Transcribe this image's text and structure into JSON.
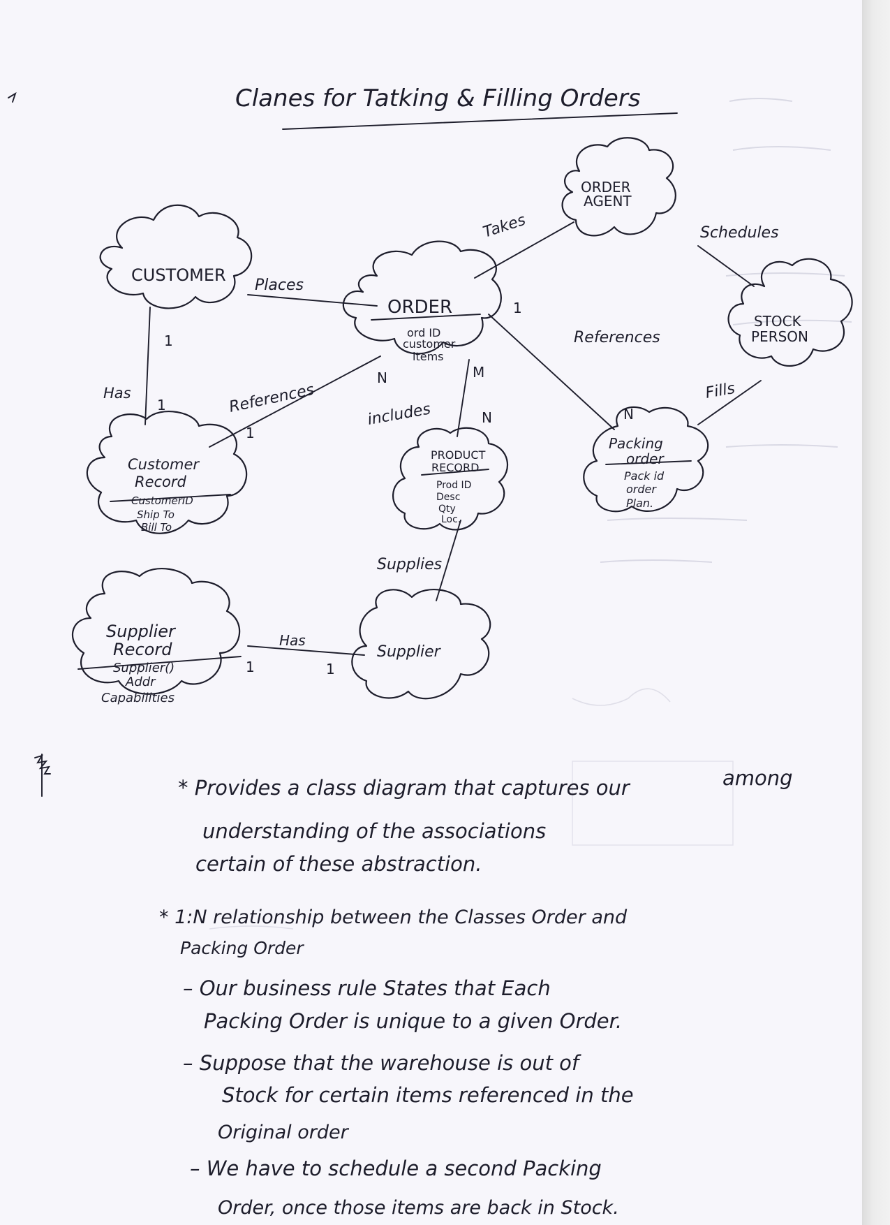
{
  "title": "Clanes for Tatking & Filling Orders",
  "diagram": {
    "classes": {
      "customer": {
        "name": "CUSTOMER"
      },
      "order": {
        "name": "ORDER",
        "attrs": [
          "ord ID",
          "customer",
          "items"
        ]
      },
      "order_agent": {
        "name_line1": "ORDER",
        "name_line2": "AGENT"
      },
      "stock_person": {
        "name_line1": "STOCK",
        "name_line2": "PERSON"
      },
      "customer_record": {
        "name_line1": "Customer",
        "name_line2": "Record",
        "attrs": [
          "CustomerID",
          "Ship To",
          "Bill To"
        ]
      },
      "product_record": {
        "name_line1": "PRODUCT",
        "name_line2": "RECORD",
        "attrs": [
          "Prod ID",
          "Desc",
          "Qty",
          "Loc."
        ]
      },
      "packing_order": {
        "name_line1": "Packing",
        "name_line2": "order",
        "attrs": [
          "Pack id",
          "order",
          "Plan."
        ]
      },
      "supplier_record": {
        "name_line1": "Supplier",
        "name_line2": "Record",
        "attrs": [
          "Supplier()",
          "Addr",
          "Capabilities"
        ]
      },
      "supplier": {
        "name": "Supplier"
      }
    },
    "associations": {
      "places": "Places",
      "takes": "Takes",
      "schedules": "Schedules",
      "references_order_packing": "References",
      "references_cust_order": "References",
      "fills": "Fills",
      "has_customer": "Has",
      "includes": "includes",
      "supplies": "Supplies",
      "has_supplier": "Has"
    },
    "multiplicities": {
      "order_packing_1": "1",
      "order_packing_N": "N",
      "cust_has_1a": "1",
      "cust_has_1b": "1",
      "cust_ref_1": "1",
      "cust_ref_N": "N",
      "includes_M": "M",
      "includes_N": "N",
      "sup_has_1a": "1",
      "sup_has_1b": "1"
    }
  },
  "notes": {
    "line1": "* Provides a class diagram that captures our",
    "line1b": "among",
    "line2": "understanding of the associations",
    "line3": "certain of these abstraction.",
    "line4": "* 1:N relationship between the Classes Order and",
    "line5": "Packing Order",
    "line6": "– Our business rule States that Each",
    "line7": "Packing Order is unique to a given Order.",
    "line8": "– Suppose that the warehouse is out of",
    "line9": "Stock for certain items referenced in the",
    "line10": "Original order",
    "line11": "– We have to schedule a second Packing",
    "line12": "Order, once those items are back in Stock."
  }
}
